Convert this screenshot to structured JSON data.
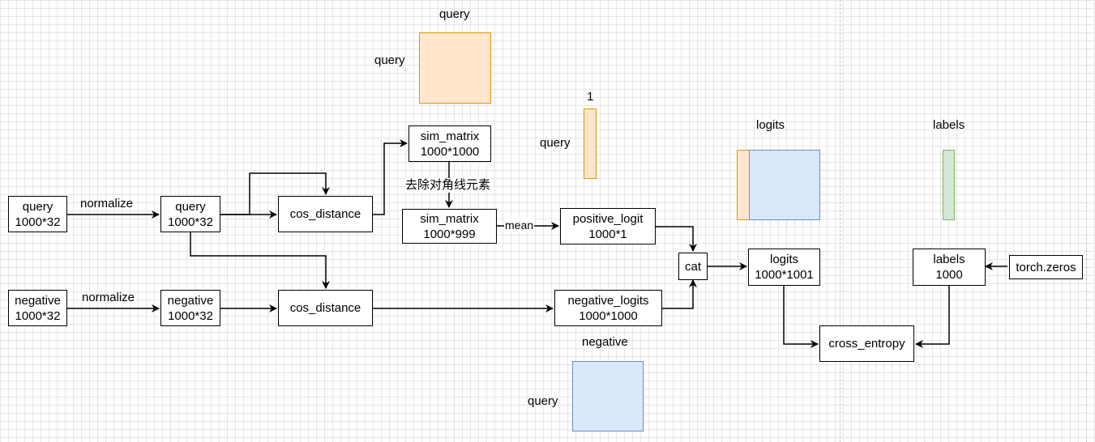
{
  "nodes": {
    "query_in": [
      "query",
      "1000*32"
    ],
    "query_norm": [
      "query",
      "1000*32"
    ],
    "cos_q": [
      "cos_distance"
    ],
    "sim": [
      "sim_matrix",
      "1000*1000"
    ],
    "sim2": [
      "sim_matrix",
      "1000*999"
    ],
    "pos_logit": [
      "positive_logit",
      "1000*1"
    ],
    "neg_in": [
      "negative",
      "1000*32"
    ],
    "neg_norm": [
      "negative",
      "1000*32"
    ],
    "cos_n": [
      "cos_distance"
    ],
    "neg_logits": [
      "negative_logits",
      "1000*1000"
    ],
    "cat": [
      "cat"
    ],
    "logits": [
      "logits",
      "1000*1001"
    ],
    "labels": [
      "labels",
      "1000"
    ],
    "torch_zeros": [
      "torch.zeros"
    ],
    "cross_entropy": [
      "cross_entropy"
    ]
  },
  "edge_labels": {
    "normalize_q": "normalize",
    "normalize_n": "normalize",
    "remove_diag": "去除对角线元素",
    "mean": "mean"
  },
  "illustrations": {
    "qq_top": "query",
    "qq_left": "query",
    "col_top": "1",
    "col_left": "query",
    "logits_title": "logits",
    "labels_title": "labels",
    "neg_top": "negative",
    "neg_left": "query"
  },
  "colors": {
    "query_fill": "#ffe6cc",
    "query_stroke": "#d79b00",
    "negative_fill": "#dae8fc",
    "negative_stroke": "#6c8ebf",
    "labels_fill": "#d5e8d4",
    "labels_stroke": "#82b366"
  }
}
